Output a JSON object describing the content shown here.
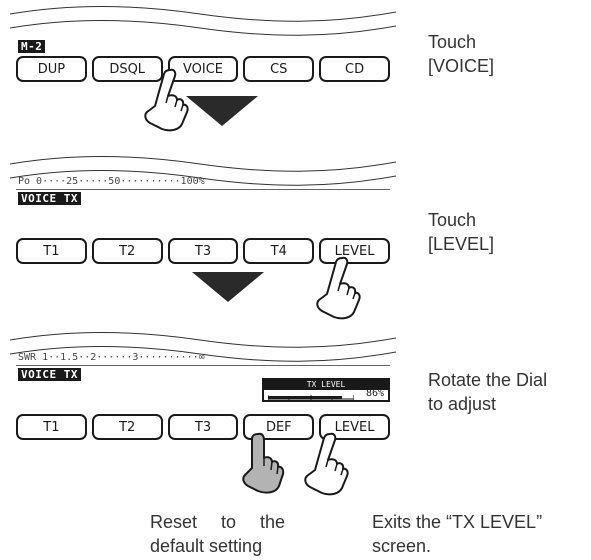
{
  "steps": [
    {
      "label_box": "M-2",
      "keys": [
        "DUP",
        "DSQL",
        "VOICE",
        "CS",
        "CD"
      ],
      "instruction_line1": "Touch",
      "instruction_line2": "[VOICE]"
    },
    {
      "scale_text": "Po 0····25·····50··········100%",
      "label_box": "VOICE TX",
      "keys": [
        "T1",
        "T2",
        "T3",
        "T4",
        "LEVEL"
      ],
      "instruction_line1": "Touch",
      "instruction_line2": "[LEVEL]"
    },
    {
      "scale_text": "SWR 1··1.5··2······3··········∞",
      "label_box": "VOICE TX",
      "tx_level_title": "TX LEVEL",
      "tx_level_value": 0.86,
      "tx_level_text": "86%",
      "keys": [
        "T1",
        "T2",
        "T3",
        "DEF",
        "LEVEL"
      ],
      "instruction_line1": "Rotate the Dial",
      "instruction_line2": "to adjust"
    }
  ],
  "captions": {
    "def_line1": "Reset to the",
    "def_line2": "default setting",
    "level_line1": "Exits the “TX LEVEL”",
    "level_line2": "screen."
  },
  "colors": {
    "key_border": "#1a1a1a",
    "label_bg": "#1a1a1a",
    "arrow": "#2a2a2a",
    "hand_fill_pressed": "#b3b3b3"
  }
}
